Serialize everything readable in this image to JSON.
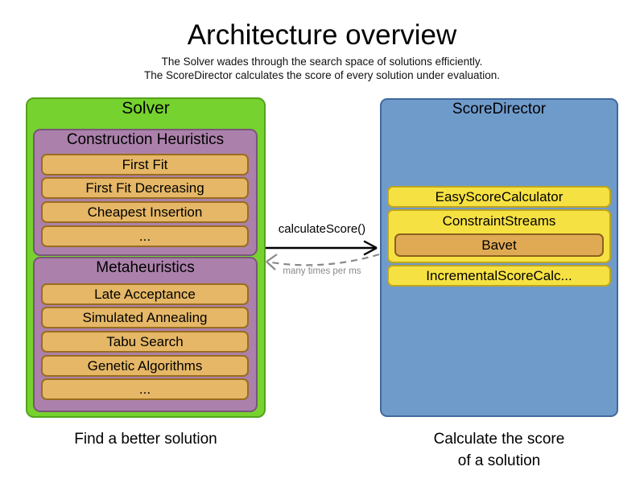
{
  "title": "Architecture overview",
  "subtitle_line1": "The Solver wades through the search space of solutions efficiently.",
  "subtitle_line2": "The ScoreDirector calculates the score of every solution under evaluation.",
  "solver": {
    "label": "Solver",
    "caption": "Find a better solution",
    "construction_heuristics": {
      "label": "Construction Heuristics",
      "items": [
        "First Fit",
        "First Fit Decreasing",
        "Cheapest Insertion",
        "..."
      ]
    },
    "metaheuristics": {
      "label": "Metaheuristics",
      "items": [
        "Late Acceptance",
        "Simulated Annealing",
        "Tabu Search",
        "Genetic Algorithms",
        "..."
      ]
    }
  },
  "score_director": {
    "label": "ScoreDirector",
    "caption_line1": "Calculate the score",
    "caption_line2": "of a solution",
    "easy_score_calculator": "EasyScoreCalculator",
    "constraint_streams": "ConstraintStreams",
    "constraint_streams_impl": "Bavet",
    "incremental_score_calculator": "IncrementalScoreCalc..."
  },
  "interaction": {
    "call_label": "calculateScore()",
    "return_label": "many times per ms"
  },
  "colors": {
    "solver_fill": "#76d22e",
    "solver_border": "#55a31d",
    "phase_fill": "#ab81ab",
    "phase_border": "#7a567a",
    "algorithm_fill": "#e5b766",
    "algorithm_border": "#9a6d1f",
    "score_director_fill": "#6f9bcb",
    "score_director_border": "#41699b",
    "calculator_fill": "#f6e143",
    "calculator_border": "#bfa51e",
    "bavet_fill": "#e0aa55",
    "call_arrow": "#000000",
    "return_arrow": "#8a8a8a"
  }
}
